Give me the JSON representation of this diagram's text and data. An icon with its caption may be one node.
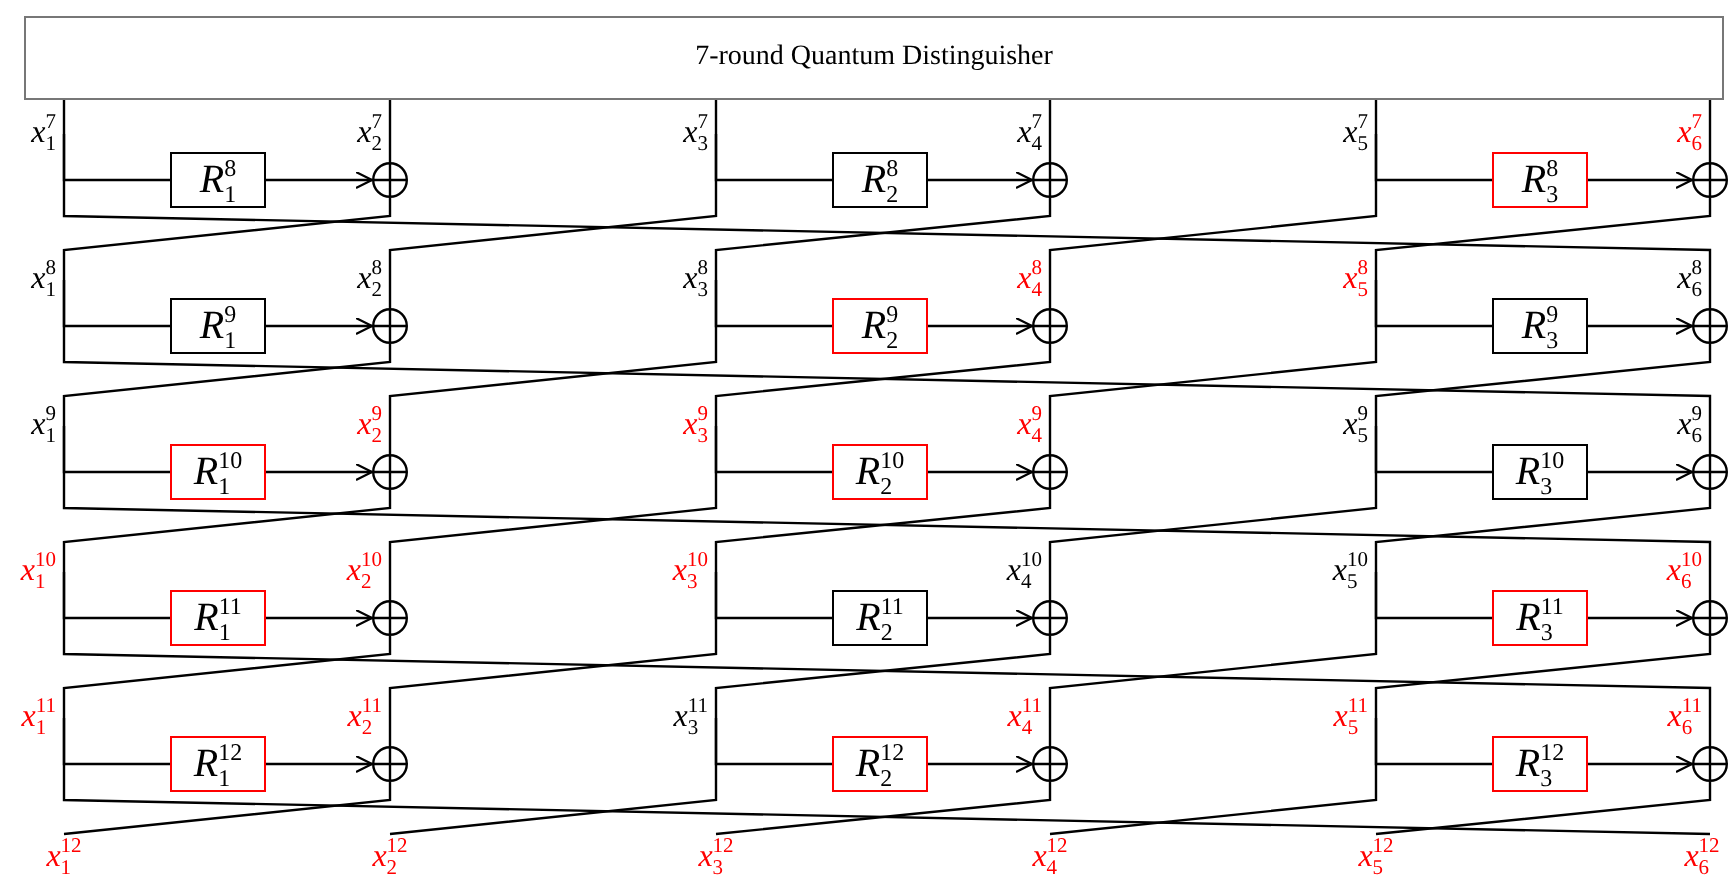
{
  "diagram": {
    "nodes": [
      {
        "text": [
          "7-round Quantum Distinguisher"
        ]
      },
      {
        "text": [
          "*x*$_{1}$$^{7}$"
        ]
      },
      {
        "text": [
          "*x*$_{2}$$^{7}$"
        ]
      },
      {
        "text": [
          "*x*$_{3}$$^{7}$"
        ]
      },
      {
        "text": [
          "*x*$_{4}$$^{7}$"
        ]
      },
      {
        "text": [
          "*x*$_{5}$$^{7}$"
        ]
      },
      {
        "text": [
          "*x*$_{6}$$^{7}$"
        ]
      },
      {
        "text": [
          "*R*$_{1}$$^{8}$"
        ]
      },
      {
        "text": [
          "*R*$_{2}$$^{8}$"
        ]
      },
      {
        "text": [
          "*R*$_{3}$$^{8}$"
        ]
      },
      {
        "text": [],
        "shape": "circle"
      },
      {
        "text": [],
        "shape": "circle"
      },
      {
        "text": [],
        "shape": "circle"
      },
      {
        "text": [
          "*x*$_{1}$$^{8}$"
        ]
      },
      {
        "text": [
          "*x*$_{2}$$^{8}$"
        ]
      },
      {
        "text": [
          "*x*$_{3}$$^{8}$"
        ]
      },
      {
        "text": [
          "*x*$_{4}$$^{8}$"
        ]
      },
      {
        "text": [
          "*x*$_{5}$$^{8}$"
        ]
      },
      {
        "text": [
          "*x*$_{6}$$^{8}$"
        ]
      },
      {
        "text": [
          "*R*$_{1}$$^{9}$"
        ]
      },
      {
        "text": [
          "*R*$_{2}$$^{9}$"
        ]
      },
      {
        "text": [
          "*R*$_{3}$$^{9}$"
        ]
      },
      {
        "text": [],
        "shape": "circle"
      },
      {
        "text": [],
        "shape": "circle"
      },
      {
        "text": [],
        "shape": "circle"
      },
      {
        "text": [
          "*x*$_{1}$$^{9}$"
        ]
      },
      {
        "text": [
          "*x*$_{2}$$^{9}$"
        ]
      },
      {
        "text": [
          "*x*$_{3}$$^{9}$"
        ]
      },
      {
        "text": [
          "*x*$_{4}$$^{9}$"
        ]
      },
      {
        "text": [
          "*x*$_{5}$$^{9}$"
        ]
      },
      {
        "text": [
          "*x*$_{6}$$^{9}$"
        ]
      },
      {
        "text": [
          "*R*$_{1}$$^{10}$"
        ]
      },
      {
        "text": [
          "*R*$_{2}$$^{10}$"
        ]
      },
      {
        "text": [
          "*R*$_{3}$$^{10}$"
        ]
      },
      {
        "text": [],
        "shape": "circle"
      },
      {
        "text": [],
        "shape": "circle"
      },
      {
        "text": [],
        "shape": "circle"
      },
      {
        "text": [
          "*x*$_{1}$$^{10}$"
        ]
      },
      {
        "text": [
          "*x*$_{2}$$^{10}$"
        ]
      },
      {
        "text": [
          "*x*$_{3}$$^{10}$"
        ]
      },
      {
        "text": [
          "*x*$_{4}$$^{10}$"
        ]
      },
      {
        "text": [
          "*x*$_{5}$$^{10}$"
        ]
      },
      {
        "text": [
          "*x*$_{6}$$^{10}$"
        ]
      },
      {
        "text": [
          "*R*$_{1}$$^{11}$"
        ]
      },
      {
        "text": [
          "*R*$_{2}$$^{11}$"
        ]
      },
      {
        "text": [
          "*R*$_{3}$$^{11}$"
        ]
      },
      {
        "text": [],
        "shape": "circle"
      },
      {
        "text": [],
        "shape": "circle"
      },
      {
        "text": [],
        "shape": "circle"
      },
      {
        "text": [
          "*x*$_{1}$$^{11}$"
        ]
      },
      {
        "text": [
          "*x*$_{2}$$^{11}$"
        ]
      },
      {
        "text": [
          "*x*$_{3}$$^{11}$"
        ]
      },
      {
        "text": [
          "*x*$_{4}$$^{11}$"
        ]
      },
      {
        "text": [
          "*x*$_{5}$$^{11}$"
        ]
      },
      {
        "text": [
          "*x*$_{6}$$^{11}$"
        ]
      },
      {
        "text": [
          "*R*$_{1}$$^{12}$"
        ]
      },
      {
        "text": [
          "*R*$_{2}$$^{12}$"
        ]
      },
      {
        "text": [
          "*R*$_{3}$$^{12}$"
        ]
      },
      {
        "text": [],
        "shape": "circle"
      },
      {
        "text": [],
        "shape": "circle"
      },
      {
        "text": [],
        "shape": "circle"
      },
      {
        "text": [
          "*x*$_{1}$$^{12}$"
        ]
      },
      {
        "text": [
          "*x*$_{2}$$^{12}$"
        ]
      },
      {
        "text": [
          "*x*$_{3}$$^{12}$"
        ]
      },
      {
        "text": [
          "*x*$_{4}$$^{12}$"
        ]
      },
      {
        "text": [
          "*x*$_{5}$$^{12}$"
        ]
      },
      {
        "text": [
          "*x*$_{6}$$^{12}$"
        ]
      }
    ],
    "edges": [
      {
        "from": 0,
        "to": 1,
        "arrow": "none"
      },
      {
        "from": 0,
        "to": 2,
        "arrow": "none"
      },
      {
        "from": 0,
        "to": 3,
        "arrow": "none"
      },
      {
        "from": 0,
        "to": 4,
        "arrow": "none"
      },
      {
        "from": 0,
        "to": 5,
        "arrow": "none"
      },
      {
        "from": 0,
        "to": 6,
        "arrow": "none"
      },
      {
        "from": 1,
        "to": 7,
        "arrow": "none"
      },
      {
        "from": 7,
        "to": 10,
        "arrow": "to"
      },
      {
        "from": 2,
        "to": 10,
        "arrow": "none"
      },
      {
        "from": 10,
        "to": 13,
        "arrow": "none"
      },
      {
        "from": 1,
        "to": 18,
        "arrow": "none"
      },
      {
        "from": 3,
        "to": 8,
        "arrow": "none"
      },
      {
        "from": 8,
        "to": 11,
        "arrow": "to"
      },
      {
        "from": 4,
        "to": 11,
        "arrow": "none"
      },
      {
        "from": 11,
        "to": 15,
        "arrow": "none"
      },
      {
        "from": 3,
        "to": 14,
        "arrow": "none"
      },
      {
        "from": 5,
        "to": 9,
        "arrow": "none"
      },
      {
        "from": 9,
        "to": 12,
        "arrow": "to"
      },
      {
        "from": 6,
        "to": 12,
        "arrow": "none"
      },
      {
        "from": 12,
        "to": 17,
        "arrow": "none"
      },
      {
        "from": 5,
        "to": 16,
        "arrow": "none"
      },
      {
        "from": 13,
        "to": 19,
        "arrow": "none"
      },
      {
        "from": 19,
        "to": 22,
        "arrow": "to"
      },
      {
        "from": 14,
        "to": 22,
        "arrow": "none"
      },
      {
        "from": 22,
        "to": 25,
        "arrow": "none"
      },
      {
        "from": 13,
        "to": 30,
        "arrow": "none"
      },
      {
        "from": 15,
        "to": 20,
        "arrow": "none"
      },
      {
        "from": 20,
        "to": 23,
        "arrow": "to"
      },
      {
        "from": 16,
        "to": 23,
        "arrow": "none"
      },
      {
        "from": 23,
        "to": 27,
        "arrow": "none"
      },
      {
        "from": 15,
        "to": 26,
        "arrow": "none"
      },
      {
        "from": 17,
        "to": 21,
        "arrow": "none"
      },
      {
        "from": 21,
        "to": 24,
        "arrow": "to"
      },
      {
        "from": 18,
        "to": 24,
        "arrow": "none"
      },
      {
        "from": 24,
        "to": 29,
        "arrow": "none"
      },
      {
        "from": 17,
        "to": 28,
        "arrow": "none"
      },
      {
        "from": 25,
        "to": 31,
        "arrow": "none"
      },
      {
        "from": 31,
        "to": 34,
        "arrow": "to"
      },
      {
        "from": 26,
        "to": 34,
        "arrow": "none"
      },
      {
        "from": 34,
        "to": 37,
        "arrow": "none"
      },
      {
        "from": 25,
        "to": 42,
        "arrow": "none"
      },
      {
        "from": 27,
        "to": 32,
        "arrow": "none"
      },
      {
        "from": 32,
        "to": 35,
        "arrow": "to"
      },
      {
        "from": 28,
        "to": 35,
        "arrow": "none"
      },
      {
        "from": 35,
        "to": 39,
        "arrow": "none"
      },
      {
        "from": 27,
        "to": 38,
        "arrow": "none"
      },
      {
        "from": 29,
        "to": 33,
        "arrow": "none"
      },
      {
        "from": 33,
        "to": 36,
        "arrow": "to"
      },
      {
        "from": 30,
        "to": 36,
        "arrow": "none"
      },
      {
        "from": 36,
        "to": 41,
        "arrow": "none"
      },
      {
        "from": 29,
        "to": 40,
        "arrow": "none"
      },
      {
        "from": 37,
        "to": 43,
        "arrow": "none"
      },
      {
        "from": 43,
        "to": 46,
        "arrow": "to"
      },
      {
        "from": 38,
        "to": 46,
        "arrow": "none"
      },
      {
        "from": 46,
        "to": 49,
        "arrow": "none"
      },
      {
        "from": 37,
        "to": 54,
        "arrow": "none"
      },
      {
        "from": 39,
        "to": 44,
        "arrow": "none"
      },
      {
        "from": 44,
        "to": 47,
        "arrow": "to"
      },
      {
        "from": 40,
        "to": 47,
        "arrow": "none"
      },
      {
        "from": 47,
        "to": 51,
        "arrow": "none"
      },
      {
        "from": 39,
        "to": 50,
        "arrow": "none"
      },
      {
        "from": 41,
        "to": 45,
        "arrow": "none"
      },
      {
        "from": 45,
        "to": 48,
        "arrow": "to"
      },
      {
        "from": 42,
        "to": 48,
        "arrow": "none"
      },
      {
        "from": 48,
        "to": 53,
        "arrow": "none"
      },
      {
        "from": 41,
        "to": 52,
        "arrow": "none"
      },
      {
        "from": 49,
        "to": 55,
        "arrow": "none"
      },
      {
        "from": 55,
        "to": 58,
        "arrow": "to"
      },
      {
        "from": 50,
        "to": 58,
        "arrow": "none"
      },
      {
        "from": 58,
        "to": 61,
        "arrow": "none"
      },
      {
        "from": 49,
        "to": 66,
        "arrow": "none"
      },
      {
        "from": 51,
        "to": 56,
        "arrow": "none"
      },
      {
        "from": 56,
        "to": 59,
        "arrow": "to"
      },
      {
        "from": 52,
        "to": 59,
        "arrow": "none"
      },
      {
        "from": 59,
        "to": 63,
        "arrow": "none"
      },
      {
        "from": 51,
        "to": 62,
        "arrow": "none"
      },
      {
        "from": 53,
        "to": 57,
        "arrow": "none"
      },
      {
        "from": 57,
        "to": 60,
        "arrow": "to"
      },
      {
        "from": 54,
        "to": 60,
        "arrow": "none"
      },
      {
        "from": 60,
        "to": 65,
        "arrow": "none"
      },
      {
        "from": 53,
        "to": 64,
        "arrow": "none"
      }
    ]
  }
}
